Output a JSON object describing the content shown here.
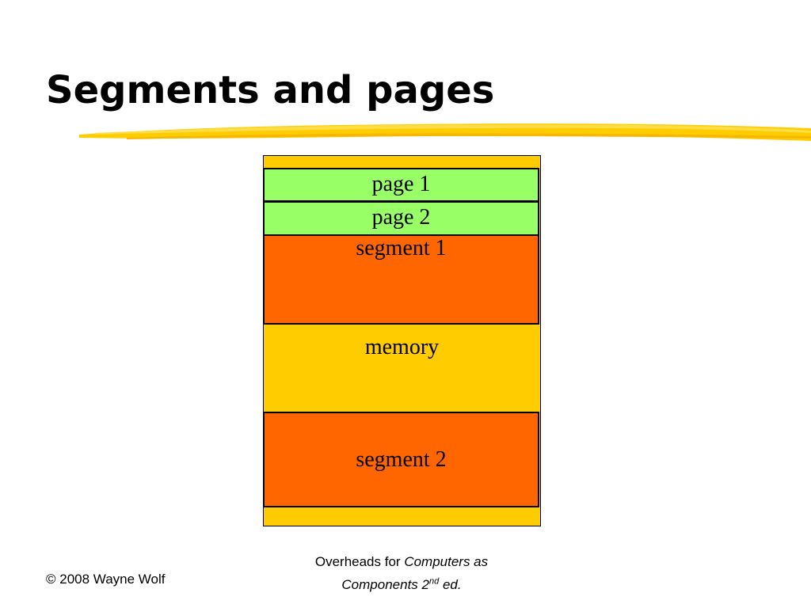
{
  "slide": {
    "title": "Segments and pages",
    "accent_color": "#ffcc00"
  },
  "diagram": {
    "memory": {
      "label": "memory",
      "color": "#ffcc00"
    },
    "segments": [
      {
        "label": "segment 1",
        "color": "#ff6600"
      },
      {
        "label": "segment 2",
        "color": "#ff6600"
      }
    ],
    "pages": [
      {
        "label": "page 1",
        "color": "#99ff66"
      },
      {
        "label": "page 2",
        "color": "#99ff66"
      }
    ]
  },
  "footer": {
    "copyright": "© 2008 Wayne Wolf",
    "overheads_prefix": "Overheads for ",
    "book_title_line1": "Computers as",
    "book_title_line2": "Components 2",
    "edition_sup": "nd",
    "edition_suffix": " ed."
  }
}
